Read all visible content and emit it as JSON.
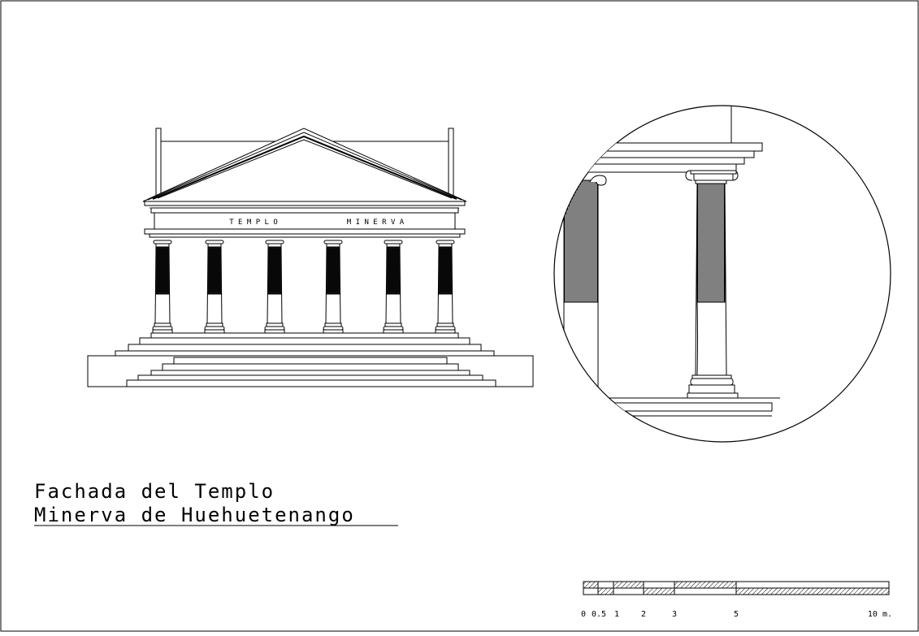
{
  "drawing": {
    "frieze_left": "T E M P L O",
    "frieze_right": "M I N E R V A",
    "title_line1": "Fachada del Templo",
    "title_line2": "Minerva de Huehuetenango",
    "column_count": 6
  },
  "scale_bar": {
    "unit": "m.",
    "labels": [
      "0",
      "0.5",
      "1",
      "2",
      "3",
      "5",
      "10 m."
    ]
  },
  "colors": {
    "ink": "#000000",
    "paper": "#ffffff"
  }
}
